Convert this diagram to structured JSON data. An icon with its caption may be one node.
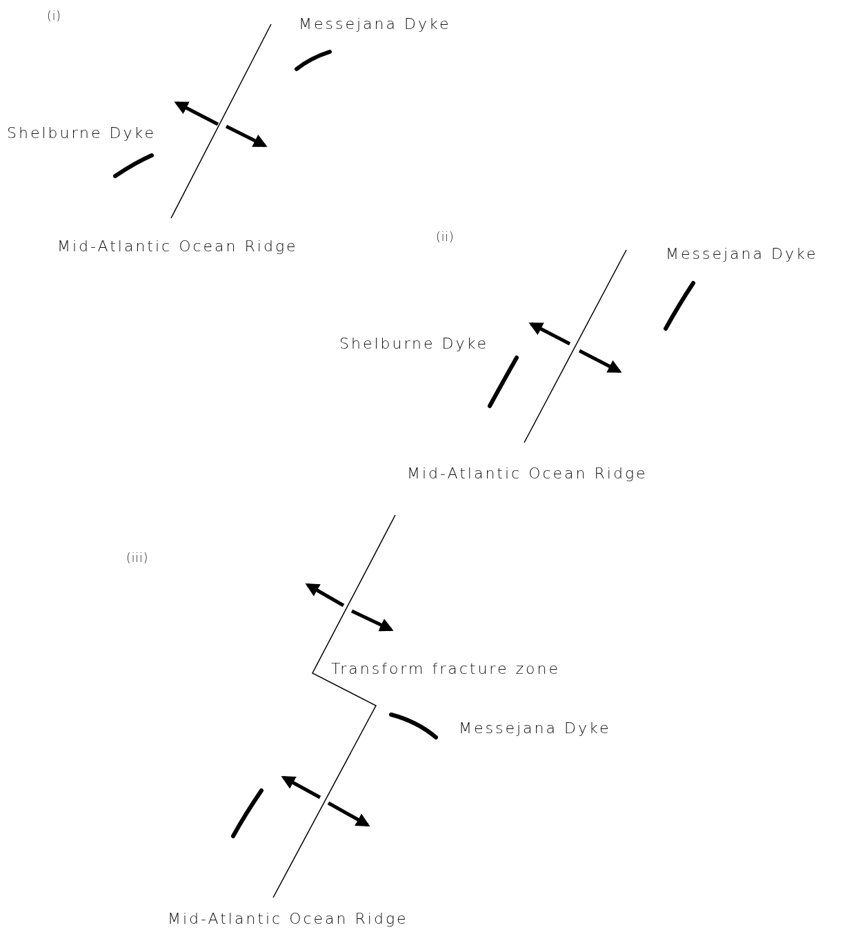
{
  "diagram": {
    "labels": [
      "(i)",
      "Messejana Dyke",
      "Shelburne Dyke",
      "Mid-Atlantic Ocean Ridge",
      "(ii)",
      "Messejana Dyke",
      "Shelburne Dyke",
      "Mid-Atlantic Ocean Ridge",
      "(iii)",
      "Transform fracture zone",
      "Messejana Dyke",
      "Mid-Atlantic Ocean Ridge"
    ]
  }
}
